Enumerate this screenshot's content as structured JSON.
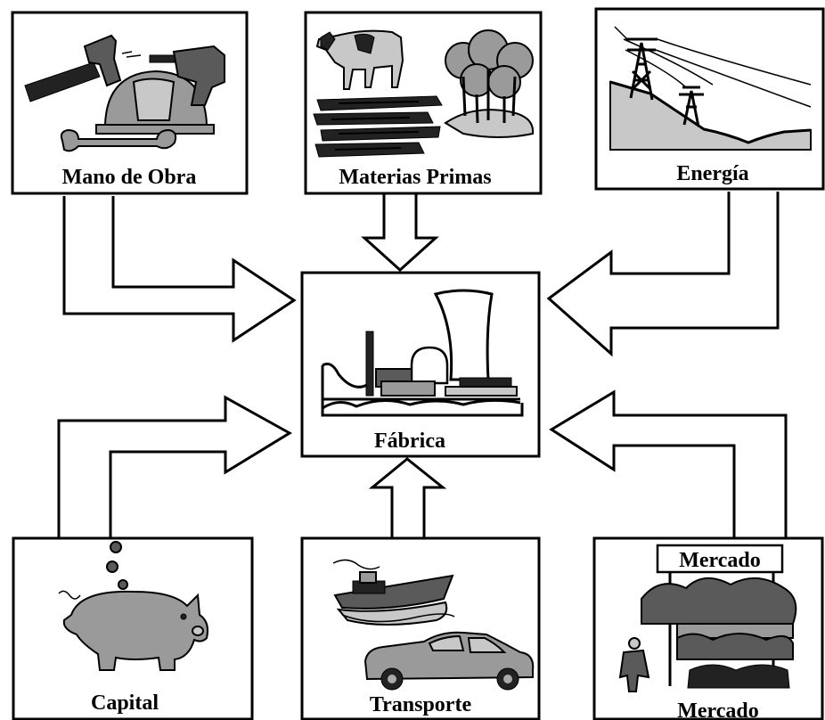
{
  "diagram": {
    "inputs": {
      "labor": {
        "label": "Mano de Obra",
        "icon": "tools-hardhat-icon"
      },
      "raw_materials": {
        "label": "Materias Primas",
        "icon": "cow-trees-logs-icon"
      },
      "energy": {
        "label": "Energía",
        "icon": "power-pylon-icon"
      },
      "capital": {
        "label": "Capital",
        "icon": "piggy-bank-icon"
      },
      "transport": {
        "label": "Transporte",
        "icon": "ship-car-icon"
      },
      "market": {
        "label": "Mercado",
        "sign": "Mercado",
        "icon": "market-stall-icon"
      }
    },
    "center": {
      "label": "Fábrica",
      "icon": "factory-icon"
    },
    "colors": {
      "line": "#000000",
      "fill": "#ffffff",
      "gray": "#999999",
      "dark_gray": "#555555"
    }
  }
}
